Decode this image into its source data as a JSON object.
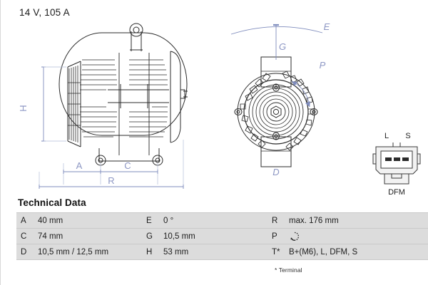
{
  "header": {
    "spec": "14 V, 105 A"
  },
  "drawing": {
    "side_view": {
      "name": "alternator-side-view",
      "dimension_labels": [
        "H",
        "A",
        "C",
        "R"
      ]
    },
    "front_view": {
      "name": "alternator-front-view",
      "dimension_labels": [
        "E",
        "G",
        "P",
        "D"
      ]
    },
    "connector": {
      "name": "alternator-connector",
      "top_labels": [
        "L",
        "S"
      ],
      "bottom_label": "DFM",
      "terminal_count": 3
    }
  },
  "technical_data": {
    "heading": "Technical Data",
    "rows": [
      {
        "c1_key": "A",
        "c1_val": "40 mm",
        "c2_key": "E",
        "c2_val": "0 °",
        "c3_key": "R",
        "c3_val": "max. 176 mm"
      },
      {
        "c1_key": "C",
        "c1_val": "74 mm",
        "c2_key": "G",
        "c2_val": "10,5 mm",
        "c3_key": "P",
        "c3_val": "",
        "c3_icon": "rotation-clockwise-icon"
      },
      {
        "c1_key": "D",
        "c1_val": "10,5 mm / 12,5 mm",
        "c2_key": "H",
        "c2_val": "53 mm",
        "c3_key": "T*",
        "c3_val": "B+(M6), L, DFM, S"
      }
    ],
    "footnote": "* Terminal"
  },
  "colors": {
    "dimension_line": "#7a86b8",
    "drawing_line": "#2b2b2b",
    "cell_background": "#dcdcdc",
    "key_background": "#ffffff",
    "border": "#c9c9c9"
  }
}
